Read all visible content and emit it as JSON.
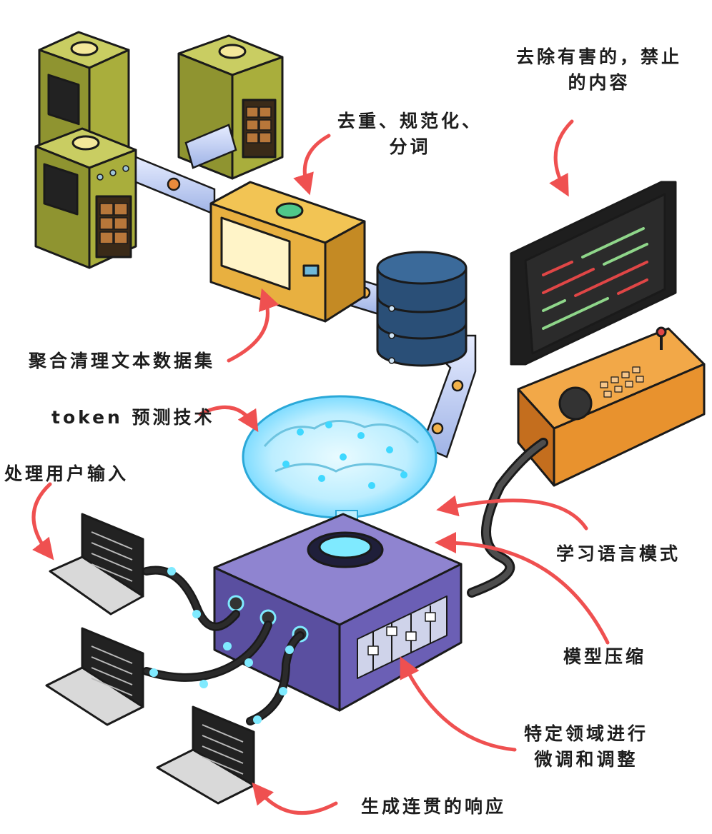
{
  "labels": {
    "filter_line1": "去除有害的，禁止",
    "filter_line2": "的内容",
    "dedup_line1": "去重、规范化、",
    "dedup_line2": "分词",
    "aggregate": "聚合清理文本数据集",
    "token_predict": "token 预测技术",
    "user_input": "处理用户输入",
    "learn_patterns": "学习语言模式",
    "compress": "模型压缩",
    "finetune_line1": "特定领域进行",
    "finetune_line2": "微调和调整",
    "respond": "生成连贯的响应"
  },
  "colors": {
    "server": "#a9ae3c",
    "processor": "#e8b040",
    "database": "#2a4f77",
    "brain_glow": "#3fd8ff",
    "core_box": "#6b5fb5",
    "console": "#e8922e",
    "monitor_red": "#e04646",
    "monitor_green": "#8fd68a",
    "arrow": "#ef5050"
  }
}
